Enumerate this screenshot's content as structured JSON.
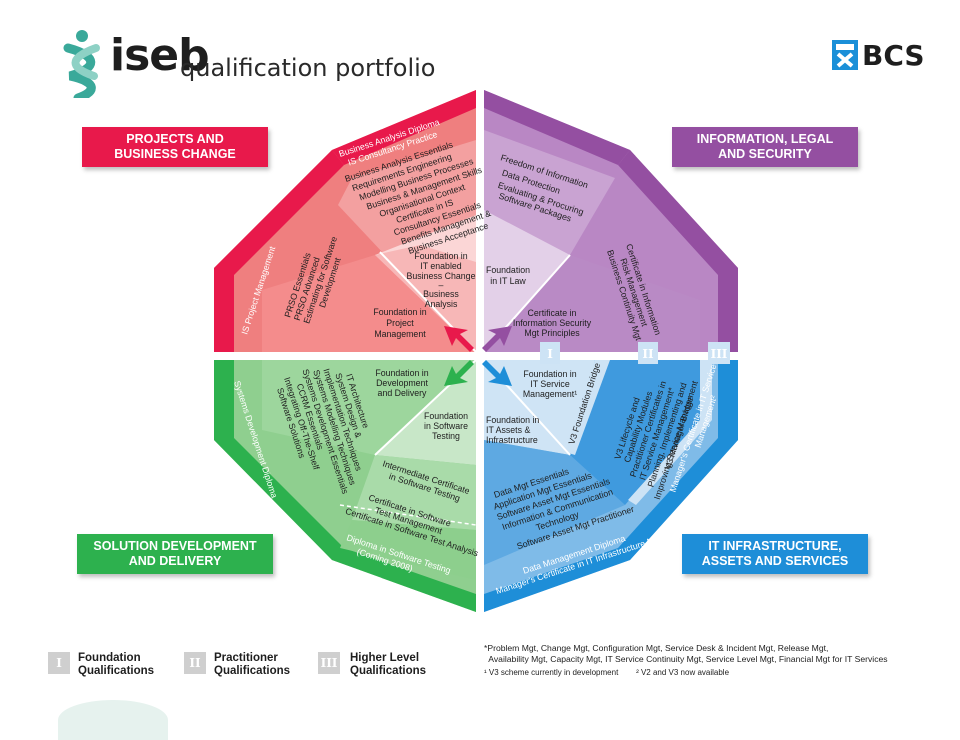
{
  "brand": {
    "name": "iseb",
    "subtitle": "qualification portfolio"
  },
  "partner": {
    "name": "BCS"
  },
  "categories": {
    "projects": "PROJECTS AND\nBUSINESS CHANGE",
    "info": "INFORMATION, LEGAL\nAND SECURITY",
    "solution": "SOLUTION DEVELOPMENT\nAND DELIVERY",
    "infra": "IT INFRASTRUCTURE,\nASSETS AND SERVICES"
  },
  "segments": {
    "is_pm": "IS Project Management",
    "pm_list": [
      "PRSO Essentials",
      "PRSO Advanced",
      "Estimating for Software",
      "Development"
    ],
    "ba_outer": [
      "Business Analysis Diploma",
      "IS Consultancy Practice"
    ],
    "ba_list": [
      "Business Analysis Essentials",
      "Requirements Engineering",
      "Modelling Business Processes",
      "Business & Management Skills",
      "Organisational Context",
      "Certificate in IS",
      "Consultancy Essentials",
      "Benefits Management &",
      "Business Acceptance"
    ],
    "foundation_pm": [
      "Foundation in",
      "Project",
      "Management"
    ],
    "foundation_ba": [
      "Foundation in",
      "IT enabled",
      "Business Change",
      "–",
      "Business",
      "Analysis"
    ],
    "info_list": [
      "Freedom of Information",
      "Data Protection",
      "Evaluating & Procuring",
      "Software Packages"
    ],
    "foundation_law": [
      "Foundation",
      "in IT Law"
    ],
    "info_security_list": [
      "Certificate in Information",
      "Risk Management",
      "Business Continuity Mgt"
    ],
    "cert_security": [
      "Certificate in",
      "Information Security",
      "Mgt Principles"
    ],
    "foundation_service": [
      "Foundation in",
      "IT Service",
      "Management¹"
    ],
    "v3_bridge": "V3 Foundation Bridge",
    "service_list": [
      "V3 Lifecycle and",
      "Capability Modules",
      "Practitioner Certificates in",
      "IT Service Management*",
      "Planning, Implementing and",
      "Improving Service Management"
    ],
    "v3_manager": [
      "V3 Manager Bridge",
      "Manager's Certificate in IT Service",
      "Management²"
    ],
    "foundation_assets": [
      "Foundation in",
      "IT Assets &",
      "Infrastructure"
    ],
    "assets_list": [
      "Data Mgt Essentials",
      "Application Mgt Essentials",
      "Software Asset Mgt Essentials",
      "Information & Communication",
      "Technology",
      "Software Asset Mgt Practitioner"
    ],
    "assets_outer": [
      "Data Management Diploma",
      "Manager's Certificate in IT Infrastructure Mgt"
    ],
    "foundation_dev": [
      "Foundation in",
      "Development",
      "and Delivery"
    ],
    "dev_list": [
      "IT Architecture",
      "System Design &",
      "Implementation Techniques",
      "Systems Modelling Techniques",
      "Systems Development Essentials",
      "CCRM Essentials",
      "Integrating Off-The-Shelf",
      "Software Solutions"
    ],
    "dev_outer": "Systems Development Diploma",
    "foundation_testing": [
      "Foundation",
      "in Software",
      "Testing"
    ],
    "intermediate_testing": [
      "Intermediate Certificate",
      "in Software Testing"
    ],
    "test_list": [
      "Certificate in Software",
      "Test Management",
      "Certificate in Software Test Analysis"
    ],
    "test_outer": [
      "Diploma in Software Testing",
      "(Coming 2008)"
    ]
  },
  "levels": [
    {
      "badge": "I",
      "label": "Foundation\nQualifications"
    },
    {
      "badge": "II",
      "label": "Practitioner\nQualifications"
    },
    {
      "badge": "III",
      "label": "Higher Level\nQualifications"
    }
  ],
  "footnotes": [
    "*Problem Mgt, Change Mgt, Configuration Mgt, Service Desk & Incident Mgt, Release Mgt,",
    "  Availability Mgt, Capacity Mgt, IT Service Continuity Mgt, Service Level Mgt, Financial Mgt for IT Services",
    "¹ V3 scheme currently in development        ² V2 and V3 now available"
  ],
  "colors": {
    "red": "#e8194b",
    "purple": "#944fa1",
    "green": "#2db14e",
    "blue": "#1e8ed8",
    "legend_grey": "#cfcfcf"
  }
}
